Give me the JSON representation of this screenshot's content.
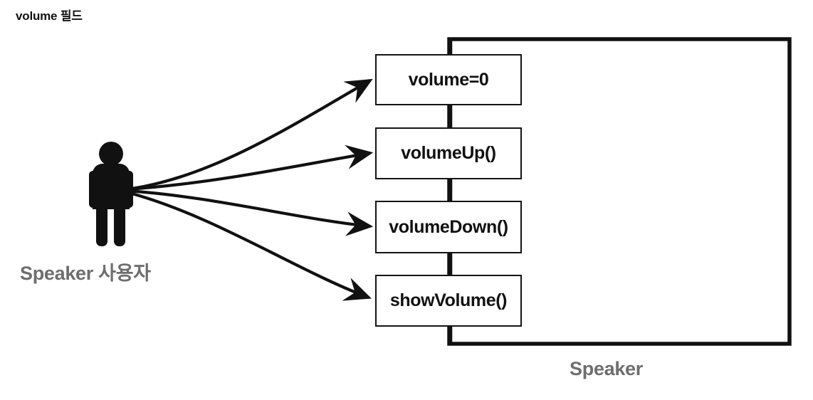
{
  "diagram": {
    "type": "class-structure-diagram",
    "title": "volume 필드",
    "actor": {
      "icon": "person-actor-icon",
      "caption": "Speaker 사용자"
    },
    "class_box": {
      "caption": "Speaker",
      "border_color": "#111111"
    },
    "members": [
      {
        "label": "volume=0",
        "name": "field-volume"
      },
      {
        "label": "volumeUp()",
        "name": "method-volume-up"
      },
      {
        "label": "volumeDown()",
        "name": "method-volume-down"
      },
      {
        "label": "showVolume()",
        "name": "method-show-volume"
      }
    ],
    "arrows": [
      {
        "from": "actor",
        "to": "volume=0"
      },
      {
        "from": "actor",
        "to": "volumeUp()"
      },
      {
        "from": "actor",
        "to": "volumeDown()"
      },
      {
        "from": "actor",
        "to": "showVolume()"
      }
    ],
    "colors": {
      "line": "#111111",
      "caption_gray": "#6e6e6e",
      "background": "#ffffff"
    }
  }
}
